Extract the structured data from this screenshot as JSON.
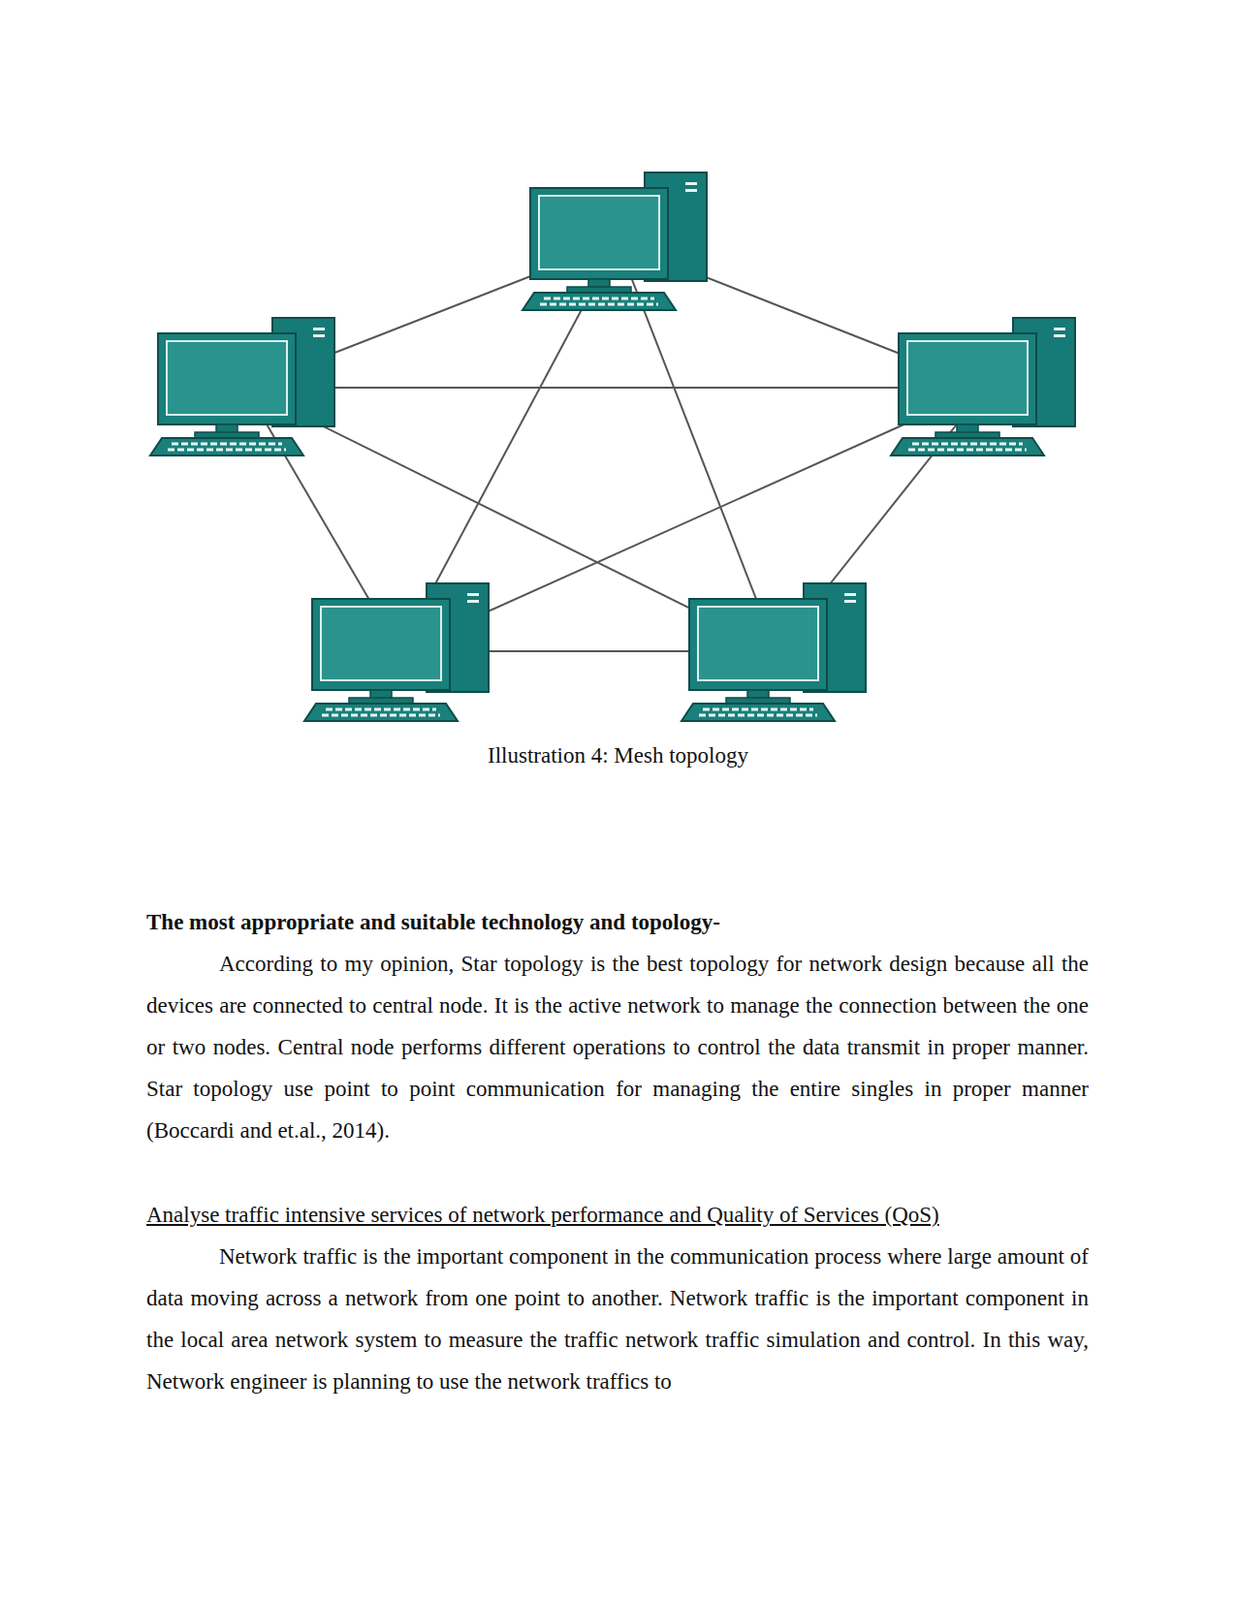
{
  "diagram": {
    "caption": "Illustration 4: Mesh topology",
    "labels": [
      "The most appropriate and suitable technology and topology-",
      "According to my opinion, Star topology is the best topology for network design because all the devices are connected to central node. It is the active network to manage the connection between the one or two nodes. Central node performs different operations to control the data transmit in proper manner. Star topology use point to point communication for managing the entire singles in proper manner (Boccardi and et.al., 2014).",
      "Analyse traffic intensive services of network performance and Quality of Services (QoS)",
      "Network traffic is the important component in the communication process where large amount of data moving across a network from one point to another. Network traffic is the important component in the local area network system to measure the traffic network traffic simulation and control. In this way, Network engineer is planning to use the network traffics to"
    ]
  }
}
